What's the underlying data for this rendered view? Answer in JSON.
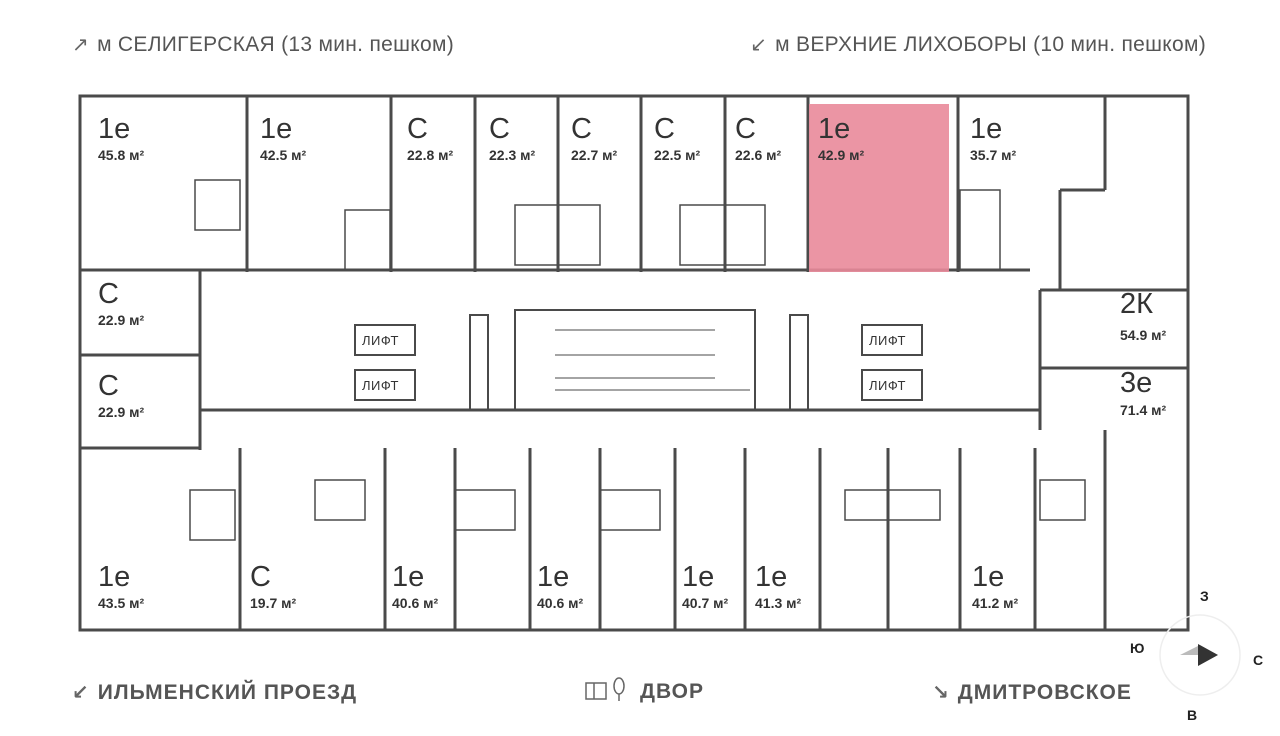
{
  "metro": {
    "left": {
      "arrow": "↗",
      "text": "м СЕЛИГЕРСКАЯ (13 мин. пешком)"
    },
    "right": {
      "arrow": "↙",
      "text": "м ВЕРХНИЕ ЛИХОБОРЫ (10 мин. пешком)"
    }
  },
  "streets": {
    "left": {
      "arrow": "↙",
      "text": "ИЛЬМЕНСКИЙ ПРОЕЗД"
    },
    "middle": {
      "icon": "yard-icon",
      "text": "ДВОР"
    },
    "right": {
      "arrow": "↘",
      "text": "ДМИТРОВСКОЕ"
    }
  },
  "lift_label": "ЛИФТ",
  "compass": {
    "north": "З",
    "south": "В",
    "west": "Ю",
    "east": "С"
  },
  "colors": {
    "highlight": "#e9899a",
    "wall": "#4a4a4a"
  },
  "apartments": [
    {
      "id": "a1",
      "type": "1е",
      "area": "45.8 м²"
    },
    {
      "id": "a2",
      "type": "1е",
      "area": "42.5 м²"
    },
    {
      "id": "a3",
      "type": "С",
      "area": "22.8 м²"
    },
    {
      "id": "a4",
      "type": "С",
      "area": "22.3 м²"
    },
    {
      "id": "a5",
      "type": "С",
      "area": "22.7 м²"
    },
    {
      "id": "a6",
      "type": "С",
      "area": "22.5 м²"
    },
    {
      "id": "a7",
      "type": "С",
      "area": "22.6 м²"
    },
    {
      "id": "a8",
      "type": "1е",
      "area": "42.9 м²",
      "selected": true
    },
    {
      "id": "a9",
      "type": "1е",
      "area": "35.7 м²"
    },
    {
      "id": "a10",
      "type": "С",
      "area": "22.9 м²"
    },
    {
      "id": "a11",
      "type": "С",
      "area": "22.9 м²"
    },
    {
      "id": "a12",
      "type": "2К",
      "area": "54.9 м²"
    },
    {
      "id": "a13",
      "type": "3е",
      "area": "71.4 м²"
    },
    {
      "id": "a14",
      "type": "1е",
      "area": "43.5 м²"
    },
    {
      "id": "a15",
      "type": "С",
      "area": "19.7 м²"
    },
    {
      "id": "a16",
      "type": "1е",
      "area": "40.6 м²"
    },
    {
      "id": "a17",
      "type": "1е",
      "area": "40.6 м²"
    },
    {
      "id": "a18",
      "type": "1е",
      "area": "40.7 м²"
    },
    {
      "id": "a19",
      "type": "1е",
      "area": "41.3 м²"
    },
    {
      "id": "a20",
      "type": "1е",
      "area": "41.2 м²"
    }
  ]
}
